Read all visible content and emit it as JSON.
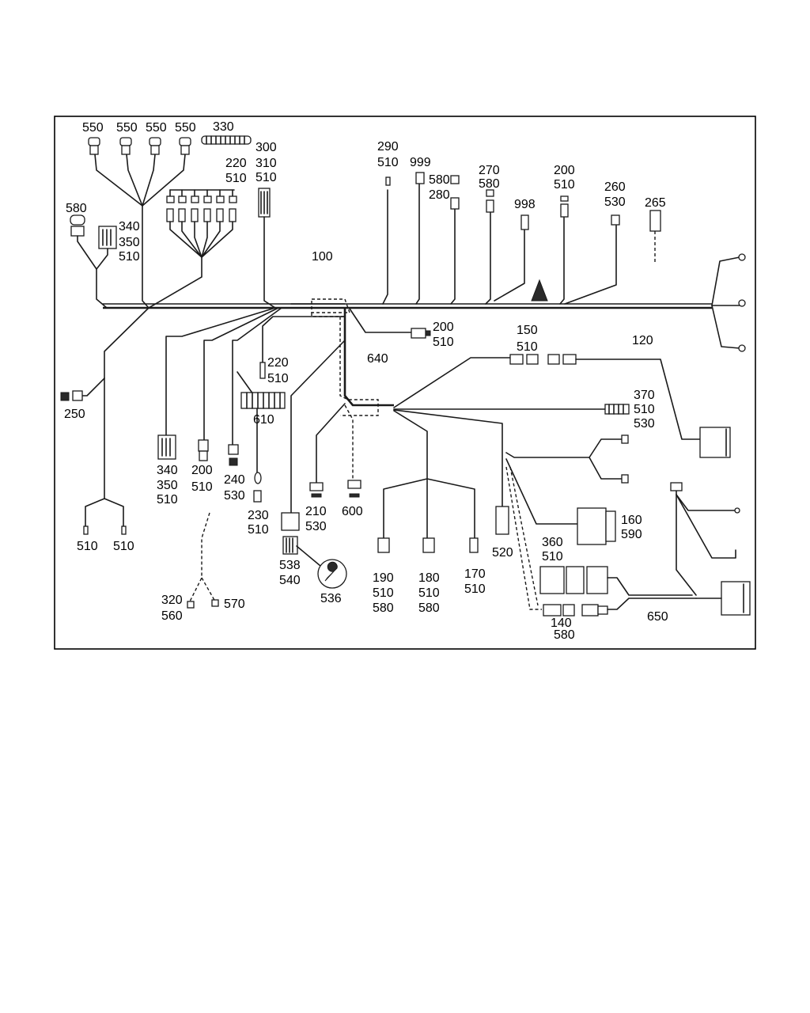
{
  "diagram": {
    "labels": [
      {
        "id": "l-550-a",
        "text": "550"
      },
      {
        "id": "l-550-b",
        "text": "550"
      },
      {
        "id": "l-550-c",
        "text": "550"
      },
      {
        "id": "l-550-d",
        "text": "550"
      },
      {
        "id": "l-330",
        "text": "330"
      },
      {
        "id": "l-300",
        "text": "300"
      },
      {
        "id": "l-310",
        "text": "310"
      },
      {
        "id": "l-510-300",
        "text": "510"
      },
      {
        "id": "l-220-top",
        "text": "220"
      },
      {
        "id": "l-510-220top",
        "text": "510"
      },
      {
        "id": "l-580-left",
        "text": "580"
      },
      {
        "id": "l-340-top",
        "text": "340"
      },
      {
        "id": "l-350-top",
        "text": "350"
      },
      {
        "id": "l-510-340top",
        "text": "510"
      },
      {
        "id": "l-290",
        "text": "290"
      },
      {
        "id": "l-510-290",
        "text": "510"
      },
      {
        "id": "l-999",
        "text": "999"
      },
      {
        "id": "l-580-280",
        "text": "580"
      },
      {
        "id": "l-280",
        "text": "280"
      },
      {
        "id": "l-270",
        "text": "270"
      },
      {
        "id": "l-580-270",
        "text": "580"
      },
      {
        "id": "l-998",
        "text": "998"
      },
      {
        "id": "l-200-top",
        "text": "200"
      },
      {
        "id": "l-510-200top",
        "text": "510"
      },
      {
        "id": "l-260",
        "text": "260"
      },
      {
        "id": "l-530-260",
        "text": "530"
      },
      {
        "id": "l-265",
        "text": "265"
      },
      {
        "id": "l-100",
        "text": "100"
      },
      {
        "id": "l-200-mid",
        "text": "200"
      },
      {
        "id": "l-510-200mid",
        "text": "510"
      },
      {
        "id": "l-150",
        "text": "150"
      },
      {
        "id": "l-510-150",
        "text": "510"
      },
      {
        "id": "l-120",
        "text": "120"
      },
      {
        "id": "l-220-mid",
        "text": "220"
      },
      {
        "id": "l-510-220mid",
        "text": "510"
      },
      {
        "id": "l-640",
        "text": "640"
      },
      {
        "id": "l-250",
        "text": "250"
      },
      {
        "id": "l-610",
        "text": "610"
      },
      {
        "id": "l-370",
        "text": "370"
      },
      {
        "id": "l-510-370",
        "text": "510"
      },
      {
        "id": "l-530-370",
        "text": "530"
      },
      {
        "id": "l-340-bot",
        "text": "340"
      },
      {
        "id": "l-350-bot",
        "text": "350"
      },
      {
        "id": "l-510-340bot",
        "text": "510"
      },
      {
        "id": "l-200-bot",
        "text": "200"
      },
      {
        "id": "l-510-200bot",
        "text": "510"
      },
      {
        "id": "l-240",
        "text": "240"
      },
      {
        "id": "l-530-240",
        "text": "530"
      },
      {
        "id": "l-230",
        "text": "230"
      },
      {
        "id": "l-510-230",
        "text": "510"
      },
      {
        "id": "l-210",
        "text": "210"
      },
      {
        "id": "l-530-210",
        "text": "530"
      },
      {
        "id": "l-600",
        "text": "600"
      },
      {
        "id": "l-160",
        "text": "160"
      },
      {
        "id": "l-590",
        "text": "590"
      },
      {
        "id": "l-520",
        "text": "520"
      },
      {
        "id": "l-510-ll",
        "text": "510"
      },
      {
        "id": "l-510-lr",
        "text": "510"
      },
      {
        "id": "l-538",
        "text": "538"
      },
      {
        "id": "l-540",
        "text": "540"
      },
      {
        "id": "l-536",
        "text": "536"
      },
      {
        "id": "l-360",
        "text": "360"
      },
      {
        "id": "l-510-360",
        "text": "510"
      },
      {
        "id": "l-190",
        "text": "190"
      },
      {
        "id": "l-510-190",
        "text": "510"
      },
      {
        "id": "l-580-190",
        "text": "580"
      },
      {
        "id": "l-180",
        "text": "180"
      },
      {
        "id": "l-510-180",
        "text": "510"
      },
      {
        "id": "l-580-180",
        "text": "580"
      },
      {
        "id": "l-170",
        "text": "170"
      },
      {
        "id": "l-510-170",
        "text": "510"
      },
      {
        "id": "l-320",
        "text": "320"
      },
      {
        "id": "l-560",
        "text": "560"
      },
      {
        "id": "l-570",
        "text": "570"
      },
      {
        "id": "l-140",
        "text": "140"
      },
      {
        "id": "l-580-140",
        "text": "580"
      },
      {
        "id": "l-650",
        "text": "650"
      }
    ]
  }
}
